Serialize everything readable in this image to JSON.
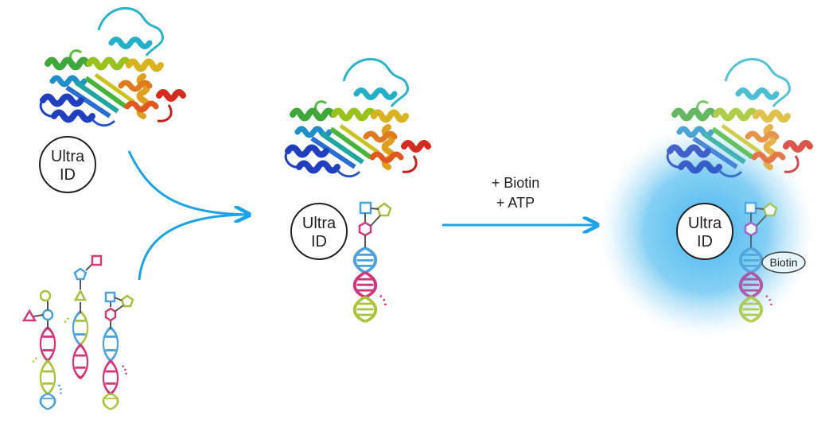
{
  "diagram": {
    "stage1": {
      "protein_label_line1": "Ultra",
      "protein_label_line2": "ID"
    },
    "stage2": {
      "protein_label_line1": "Ultra",
      "protein_label_line2": "ID"
    },
    "reaction": {
      "reagent_line1": "+ Biotin",
      "reagent_line2": "+ ATP"
    },
    "stage3": {
      "protein_label_line1": "Ultra",
      "protein_label_line2": "ID",
      "biotin_tag": "Biotin"
    },
    "colors": {
      "arrow": "#1ba3e6",
      "glow": "#3cb2ee",
      "dna_magenta": "#d0377a",
      "dna_green": "#a9c43a",
      "dna_blue": "#4ba2dc",
      "glycan_blue": "#4aa3df",
      "glycan_green": "#a6c13a",
      "glycan_magenta": "#d23b7a",
      "helix_blue": "#1f3fbf",
      "helix_green": "#3fa63a",
      "helix_yellow": "#d9b21f",
      "helix_orange": "#e07a1f",
      "helix_red": "#d42a1f",
      "helix_cyan": "#2ab3c9"
    }
  }
}
